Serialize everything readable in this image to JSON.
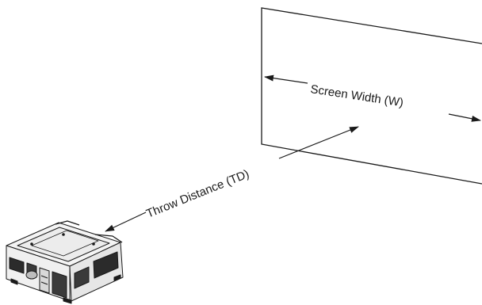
{
  "labels": {
    "screen_width": "Screen Width (W)",
    "throw_distance": "Throw Distance (TD)"
  },
  "colors": {
    "line": "#1a1a1a",
    "background": "#ffffff",
    "projector_body": "#f2f2f2",
    "projector_shadow": "#cfcfcf"
  },
  "icons": {
    "projector": "projector-icon",
    "screen": "projection-screen"
  }
}
